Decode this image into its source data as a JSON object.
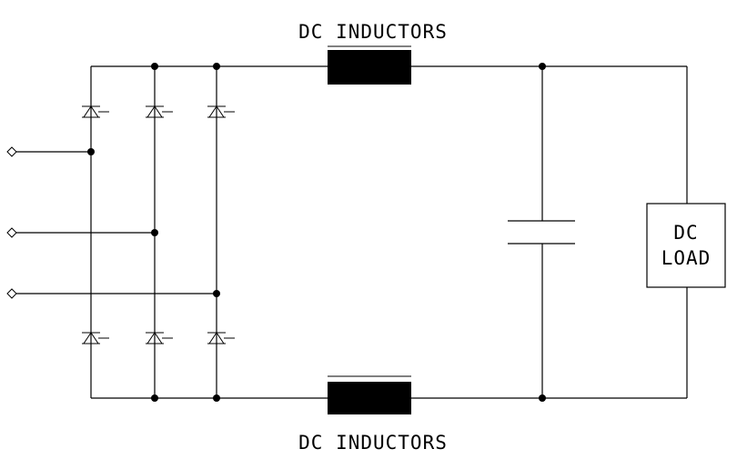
{
  "labels": {
    "inductor_top": "DC INDUCTORS",
    "inductor_bottom": "DC INDUCTORS",
    "load_line1": "DC",
    "load_line2": "LOAD"
  },
  "colors": {
    "stroke": "#000000",
    "background": "#ffffff"
  }
}
